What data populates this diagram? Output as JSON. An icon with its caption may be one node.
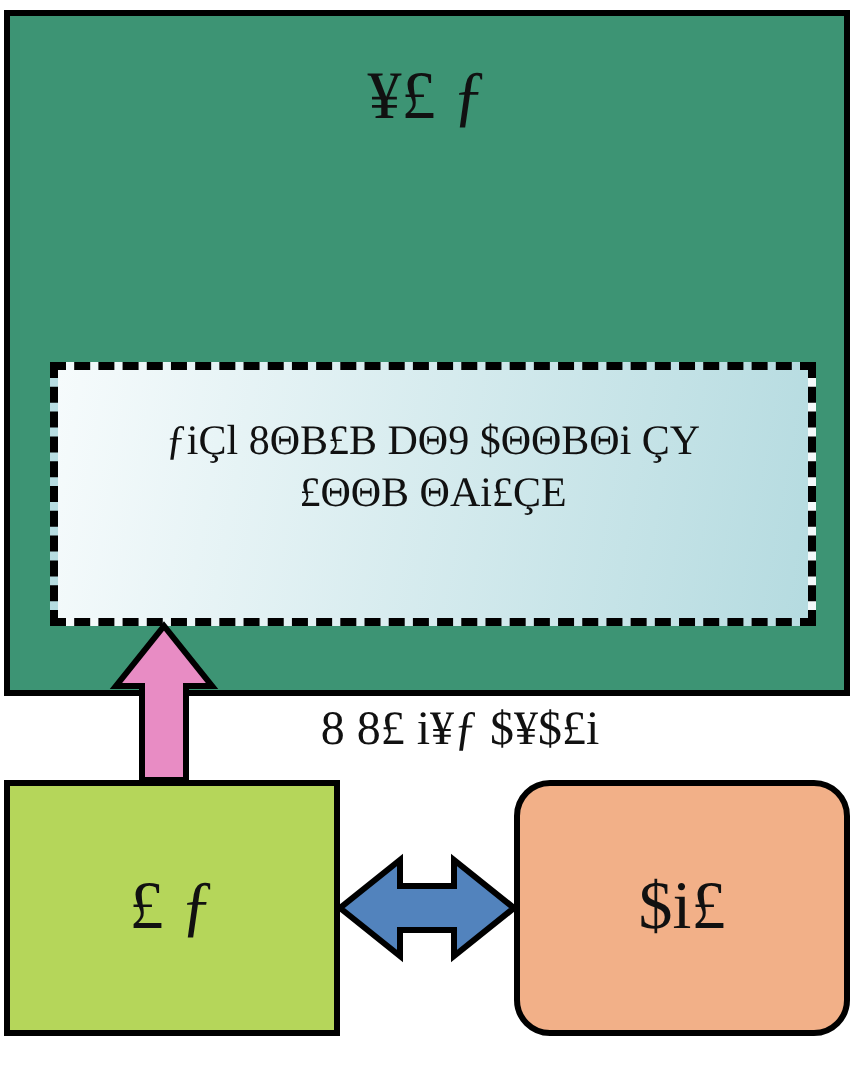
{
  "diagram": {
    "nodes": [
      {
        "text": [
          "¥£ ƒ"
        ]
      },
      {
        "text": [
          "ƒiÇl 8ΘB£B DΘ9 $ΘΘBΘi ÇY £ΘΘB ΘAi£ÇE"
        ],
        "in": 0
      },
      {
        "text": [
          "£ ƒ"
        ]
      },
      {
        "text": [
          "$i£"
        ]
      }
    ],
    "edges": [
      {
        "from": 2,
        "to": 1,
        "arrow": "to",
        "style": "thick",
        "color": "#e88cc4"
      },
      {
        "from": 2,
        "to": 3,
        "arrow": "both",
        "style": "thick",
        "color": "#5283bd"
      }
    ],
    "labels": [
      "8 8£ i¥ƒ $¥$£i"
    ]
  }
}
